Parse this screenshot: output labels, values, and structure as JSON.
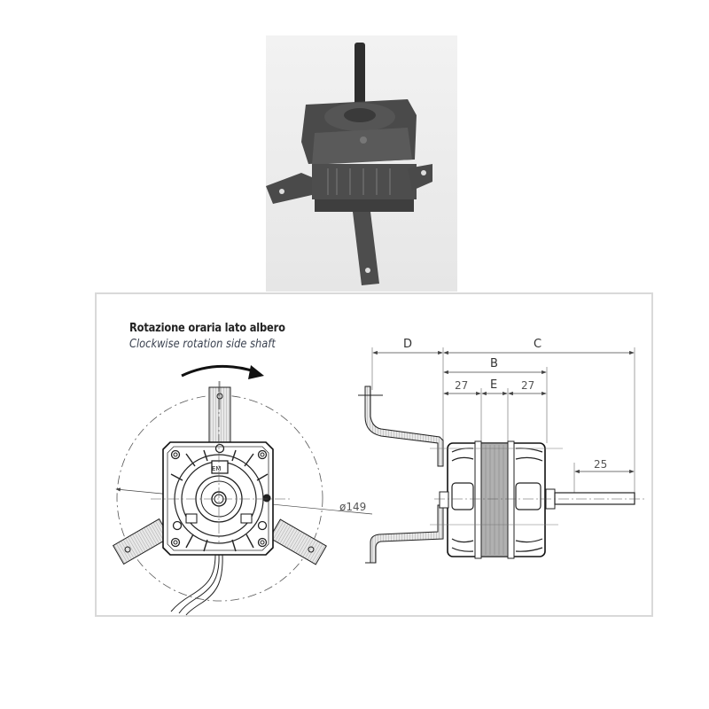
{
  "photo": {
    "subject": "motor-photo",
    "background": "#ececec"
  },
  "panel": {
    "border_color": "#d9d9d9"
  },
  "front_view": {
    "title_it": "Rotazione oraria lato albero",
    "title_en": "Clockwise rotation side shaft",
    "diameter_label": "ø149",
    "nameplate": "EM"
  },
  "side_view": {
    "dims": {
      "D": "D",
      "C": "C",
      "B": "B",
      "E": "E",
      "left_27": "27",
      "right_27": "27",
      "shaft_25": "25"
    }
  }
}
